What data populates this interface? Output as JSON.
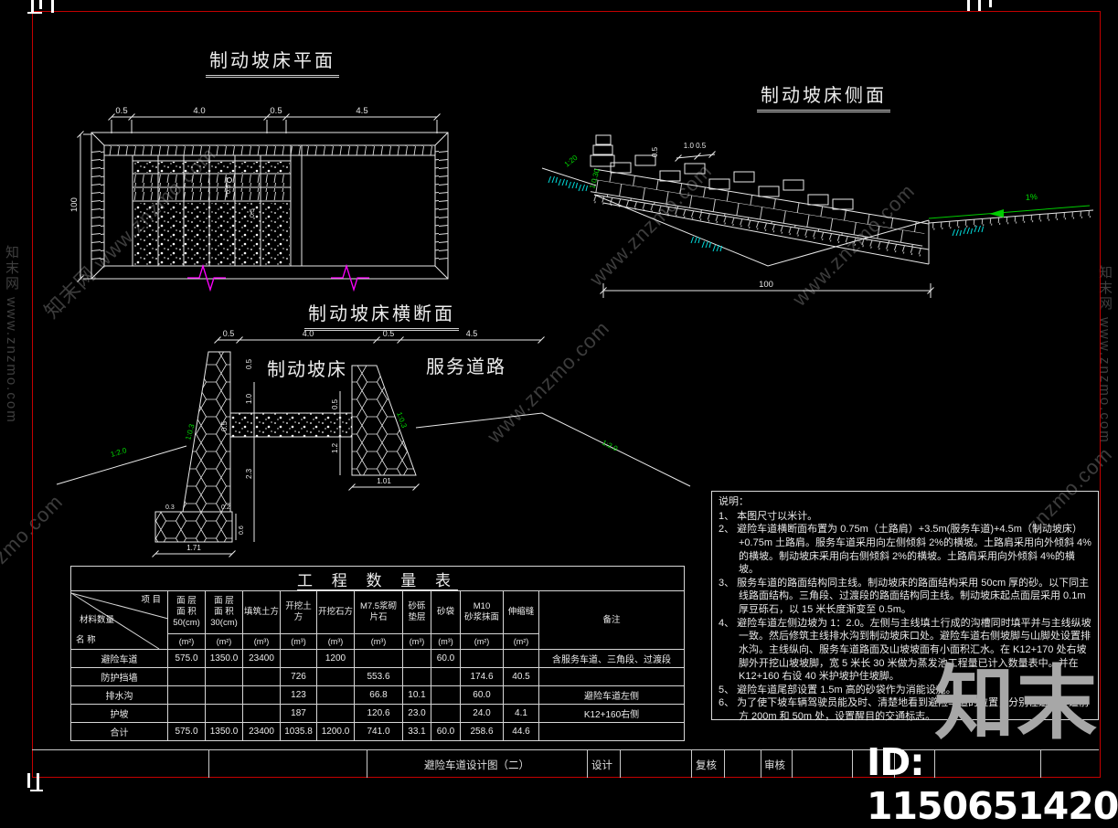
{
  "watermark": {
    "diag_full": "知末网 www.znzmo.com",
    "diag_url": "www.znzmo.com",
    "diag_short": "znzmo.com",
    "vertical": "知末网 www.znzmo.com",
    "brand": "知末",
    "id_text": "ID: 1150651420"
  },
  "plan": {
    "title": "制动坡床平面",
    "dim_05a": "0.5",
    "dim_40": "4.0",
    "dim_05b": "0.5",
    "dim_45": "4.5",
    "dim_height": "100",
    "dim_inner1": "0.5",
    "dim_inner2": "0.5"
  },
  "side": {
    "title": "制动坡床侧面",
    "slope1": "1:20",
    "slope2": "1:0.30",
    "dim_05": "0.5",
    "dim_1005": "1.0 0.5",
    "grade": "1%",
    "dim_length": "100"
  },
  "cross": {
    "title": "制动坡床横断面",
    "dim_05a": "0.5",
    "dim_40": "4.0",
    "dim_05b": "0.5",
    "dim_45": "4.5",
    "label_bed": "制动坡床",
    "label_road": "服务道路",
    "slope_left": "1:2.0",
    "slope_right": "1:2.0",
    "wall_slope_left": "1:0.3",
    "wall_slope_right": "1:0.3",
    "dim_05c": "0.5",
    "dim_10": "1.0",
    "dim_23": "2.3",
    "dim_05sand": "0.5",
    "dim_05r": "0.5",
    "dim_12": "1.2",
    "dim_03": "0.3",
    "dim_02": "0.2",
    "dim_06": "0.6",
    "dim_171": "1.71",
    "dim_101": "1.01"
  },
  "table": {
    "title": "工 程 数 量 表",
    "corner": {
      "top": "项 目",
      "mid": "材料数量",
      "bot": "名 称"
    },
    "columns": [
      {
        "l1": "面 层",
        "l2": "面 积",
        "l3": "50(cm)",
        "unit": "(m²)"
      },
      {
        "l1": "面 层",
        "l2": "面 积",
        "l3": "30(cm)",
        "unit": "(m²)"
      },
      {
        "l1": "填筑土方",
        "l2": "",
        "l3": "",
        "unit": "(m³)"
      },
      {
        "l1": "开挖土方",
        "l2": "",
        "l3": "",
        "unit": "(m³)"
      },
      {
        "l1": "开挖石方",
        "l2": "",
        "l3": "",
        "unit": "(m³)"
      },
      {
        "l1": "M7.5浆砌",
        "l2": "片石",
        "l3": "",
        "unit": "(m³)"
      },
      {
        "l1": "砂砾",
        "l2": "垫层",
        "l3": "",
        "unit": "(m³)"
      },
      {
        "l1": "砂袋",
        "l2": "",
        "l3": "",
        "unit": "(m³)"
      },
      {
        "l1": "M10",
        "l2": "砂浆抹面",
        "l3": "",
        "unit": "(m²)"
      },
      {
        "l1": "伸缩缝",
        "l2": "",
        "l3": "",
        "unit": "(m²)"
      },
      {
        "l1": "备注",
        "l2": "",
        "l3": "",
        "unit": ""
      }
    ],
    "rows": [
      {
        "name": "避险车道",
        "v": [
          "575.0",
          "1350.0",
          "23400",
          "",
          "1200",
          "",
          "",
          "60.0",
          "",
          ""
        ],
        "note": "含服务车道、三角段、过渡段"
      },
      {
        "name": "防护挡墙",
        "v": [
          "",
          "",
          "",
          "726",
          "",
          "553.6",
          "",
          "",
          "174.6",
          "40.5"
        ],
        "note": ""
      },
      {
        "name": "排水沟",
        "v": [
          "",
          "",
          "",
          "123",
          "",
          "66.8",
          "10.1",
          "",
          "60.0",
          ""
        ],
        "note": "避险车道左侧"
      },
      {
        "name": "护坡",
        "v": [
          "",
          "",
          "",
          "187",
          "",
          "120.6",
          "23.0",
          "",
          "24.0",
          "4.1"
        ],
        "note": "K12+160右侧"
      },
      {
        "name": "合计",
        "v": [
          "575.0",
          "1350.0",
          "23400",
          "1035.8",
          "1200.0",
          "741.0",
          "33.1",
          "60.0",
          "258.6",
          "44.6"
        ],
        "note": ""
      }
    ]
  },
  "notes": {
    "heading": "说明：",
    "items": [
      "1、 本图尺寸以米计。",
      "2、 避险车道横断面布置为 0.75m（土路肩）+3.5m(服务车道)+4.5m（制动坡床）+0.75m 土路肩。服务车道采用向左侧倾斜 2%的横坡。土路肩采用向外倾斜 4%的横坡。制动坡床采用向右侧倾斜 2%的横坡。土路肩采用向外倾斜 4%的横坡。",
      "3、 服务车道的路面结构同主线。制动坡床的路面结构采用 50cm 厚的砂。以下同主线路面结构。三角段、过渡段的路面结构同主线。制动坡床起点面层采用 0.1m 厚豆砾石，以 15 米长度渐变至 0.5m。",
      "4、 避险车道左侧边坡为 1：2.0。左侧与主线填土行成的沟槽同时填平并与主线纵坡一致。然后修筑主线排水沟到制动坡床口处。避险车道右侧坡脚与山脚处设置排水沟。主线纵向、服务车道路面及山坡坡面有小面积汇水。在 K12+170 处右坡脚外开挖山坡坡脚，宽 5 米长 30 米做为蒸发池工程量已计入数量表中。并在 K12+160 右设 40 米护坡护住坡脚。",
      "5、 避险车道尾部设置 1.5m 高的砂袋作为消能设施。",
      "6、 为了使下坡车辆驾驶员能及时、清楚地看到避险车道的位置，分别在避险车道前方 200m 和 50m 处，设置醒目的交通标志。"
    ]
  },
  "titlebar": {
    "drawing_title": "避险车道设计图（二）",
    "design_label": "设计",
    "check_label": "复核",
    "review_label": "审核"
  }
}
